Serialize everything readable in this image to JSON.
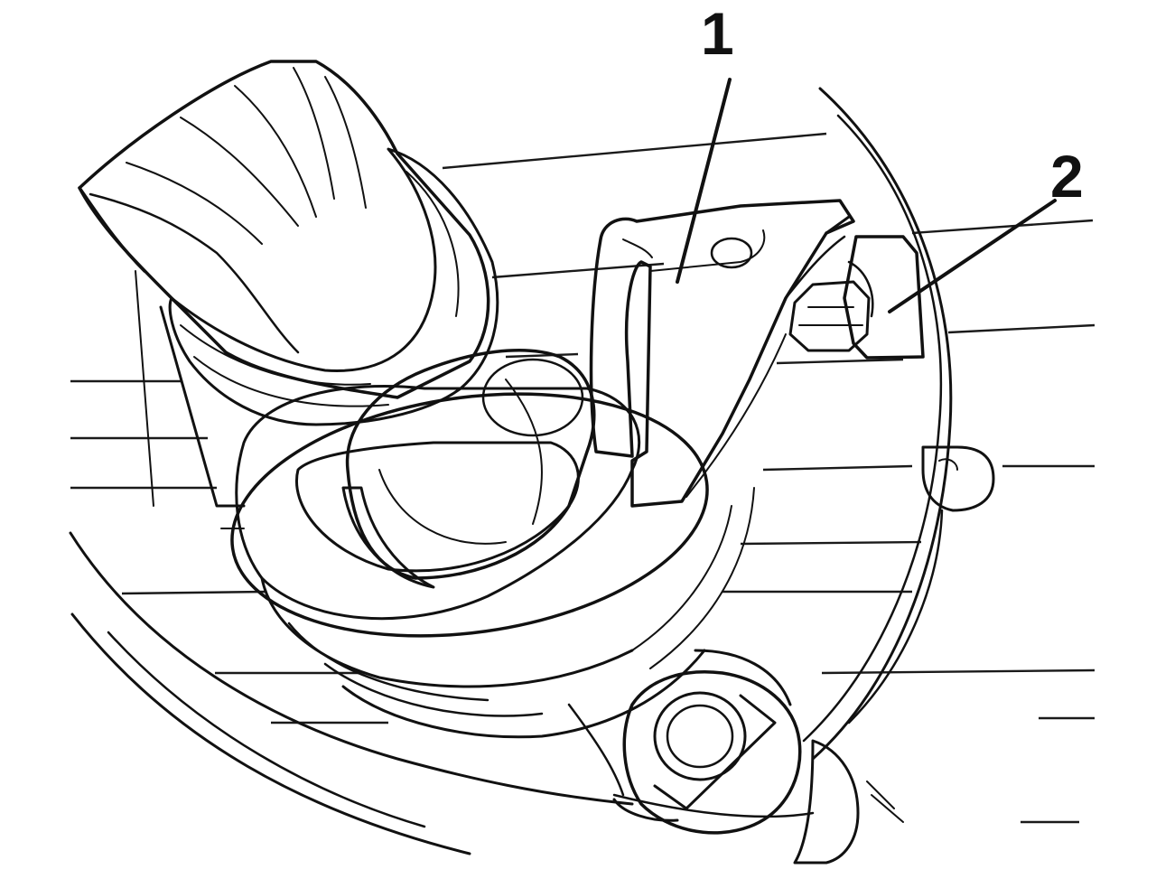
{
  "figure": {
    "callouts": [
      {
        "id": "1",
        "text": "1"
      },
      {
        "id": "2",
        "text": "2"
      }
    ]
  },
  "colors": {
    "ink": "#111111",
    "background": "#ffffff",
    "shaded_part": "#9a9a9a",
    "light_shade": "#c4c4c4",
    "dark_shade": "#555555"
  }
}
